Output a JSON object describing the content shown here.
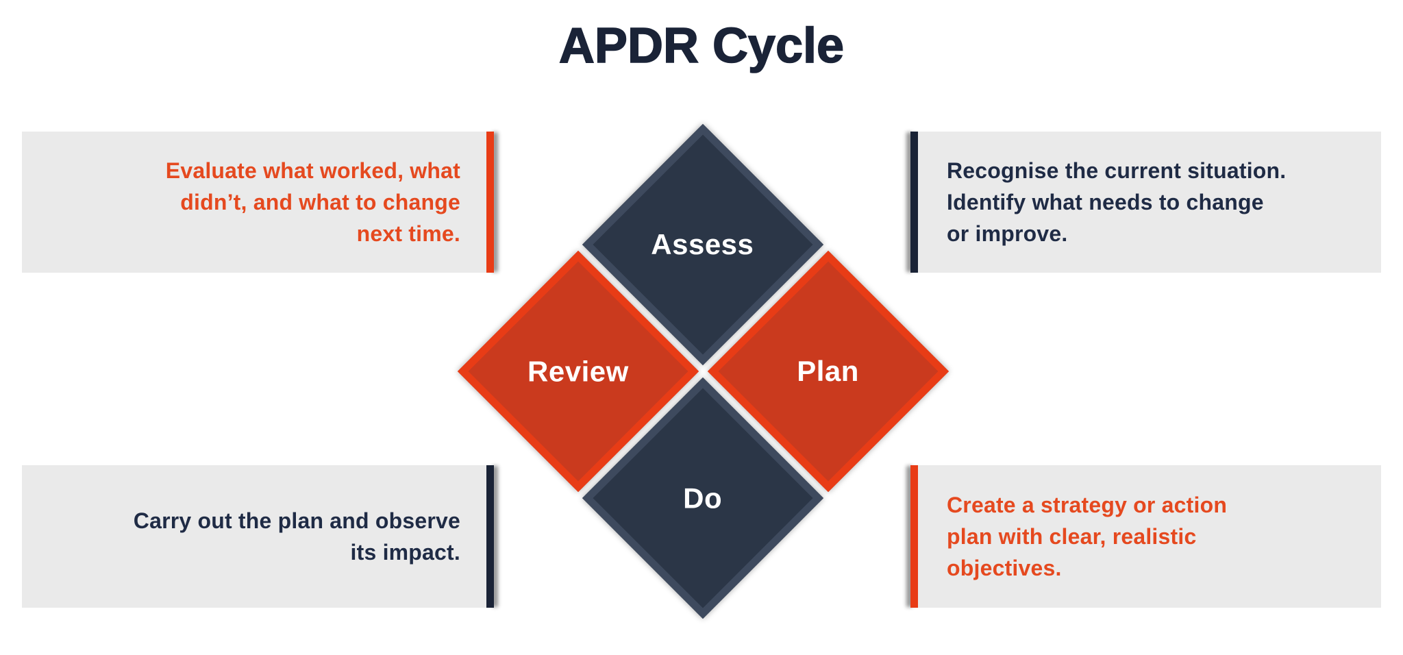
{
  "title": "APDR Cycle",
  "colors": {
    "background": "#ffffff",
    "title_text": "#1a2337",
    "callout_background": "#eaeaea",
    "orange_accent_bar": "#e83c16",
    "orange_text": "#e5491f",
    "navy_accent_bar": "#1a2336",
    "navy_text": "#1f2b45",
    "diamond_navy_fill": "#2b3647",
    "diamond_navy_border": "#3e4a5e",
    "diamond_red_fill": "#ca3a1e",
    "diamond_red_border": "#e83c16",
    "diamond_label_text": "#ffffff"
  },
  "diamonds": [
    {
      "id": "assess",
      "label": "Assess",
      "scheme": "navy"
    },
    {
      "id": "review",
      "label": "Review",
      "scheme": "red"
    },
    {
      "id": "plan",
      "label": "Plan",
      "scheme": "red"
    },
    {
      "id": "do",
      "label": "Do",
      "scheme": "navy"
    }
  ],
  "callouts": [
    {
      "id": "review-note",
      "position": "top-left",
      "accent": "orange",
      "text": "Evaluate what worked, what\ndidn’t, and what to change\nnext time."
    },
    {
      "id": "assess-note",
      "position": "top-right",
      "accent": "navy",
      "text": "Recognise the current situation.\nIdentify what needs to change\nor improve."
    },
    {
      "id": "do-note",
      "position": "bottom-left",
      "accent": "navy",
      "text": "Carry out the plan and observe\nits impact."
    },
    {
      "id": "plan-note",
      "position": "bottom-right",
      "accent": "orange",
      "text": "Create a strategy or action\nplan with clear, realistic\nobjectives."
    }
  ]
}
